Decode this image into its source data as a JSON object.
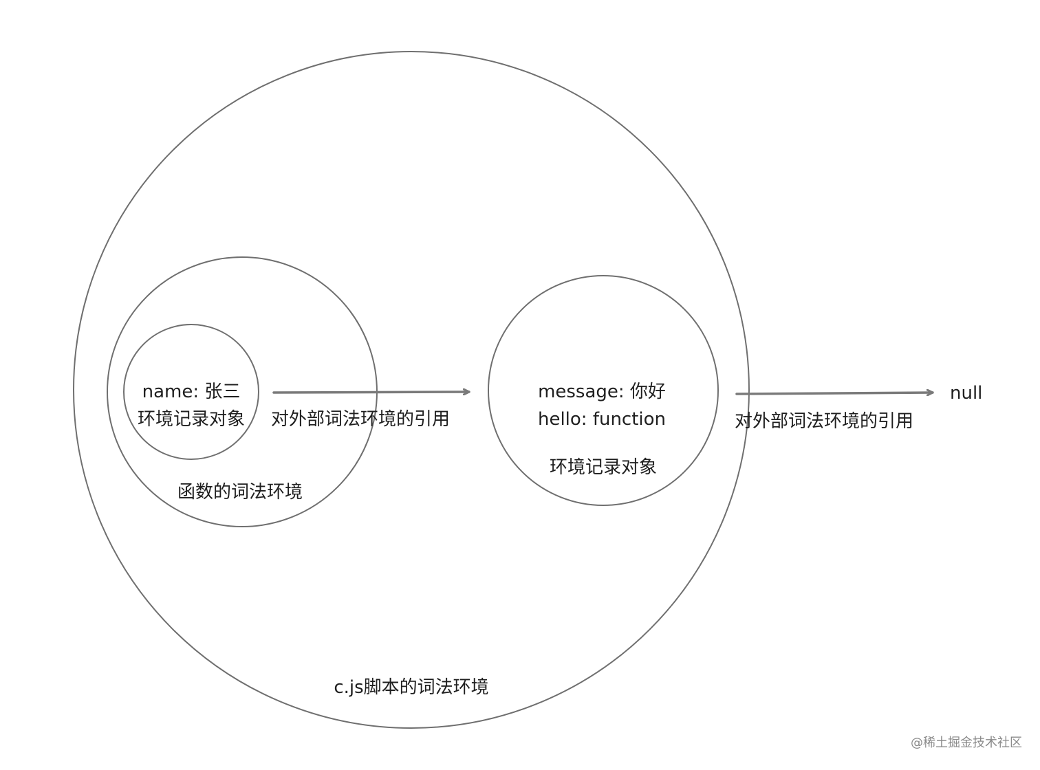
{
  "colors": {
    "stroke": "#6f6f6f",
    "arrow": "#7a7a7a",
    "text": "#1f1f1f",
    "watermark": "#8a8a8a"
  },
  "inner_record": {
    "line1": "name: 张三",
    "line2": "环境记录对象"
  },
  "function_env": {
    "label": "函数的词法环境"
  },
  "arrow1": {
    "label": "对外部词法环境的引用"
  },
  "script_record": {
    "line1": "message: 你好",
    "line2": "hello: function",
    "line3": "环境记录对象"
  },
  "script_env": {
    "label": "c.js脚本的词法环境"
  },
  "arrow2": {
    "label": "对外部词法环境的引用",
    "target": "null"
  },
  "watermark": {
    "text": "@稀土掘金技术社区"
  }
}
